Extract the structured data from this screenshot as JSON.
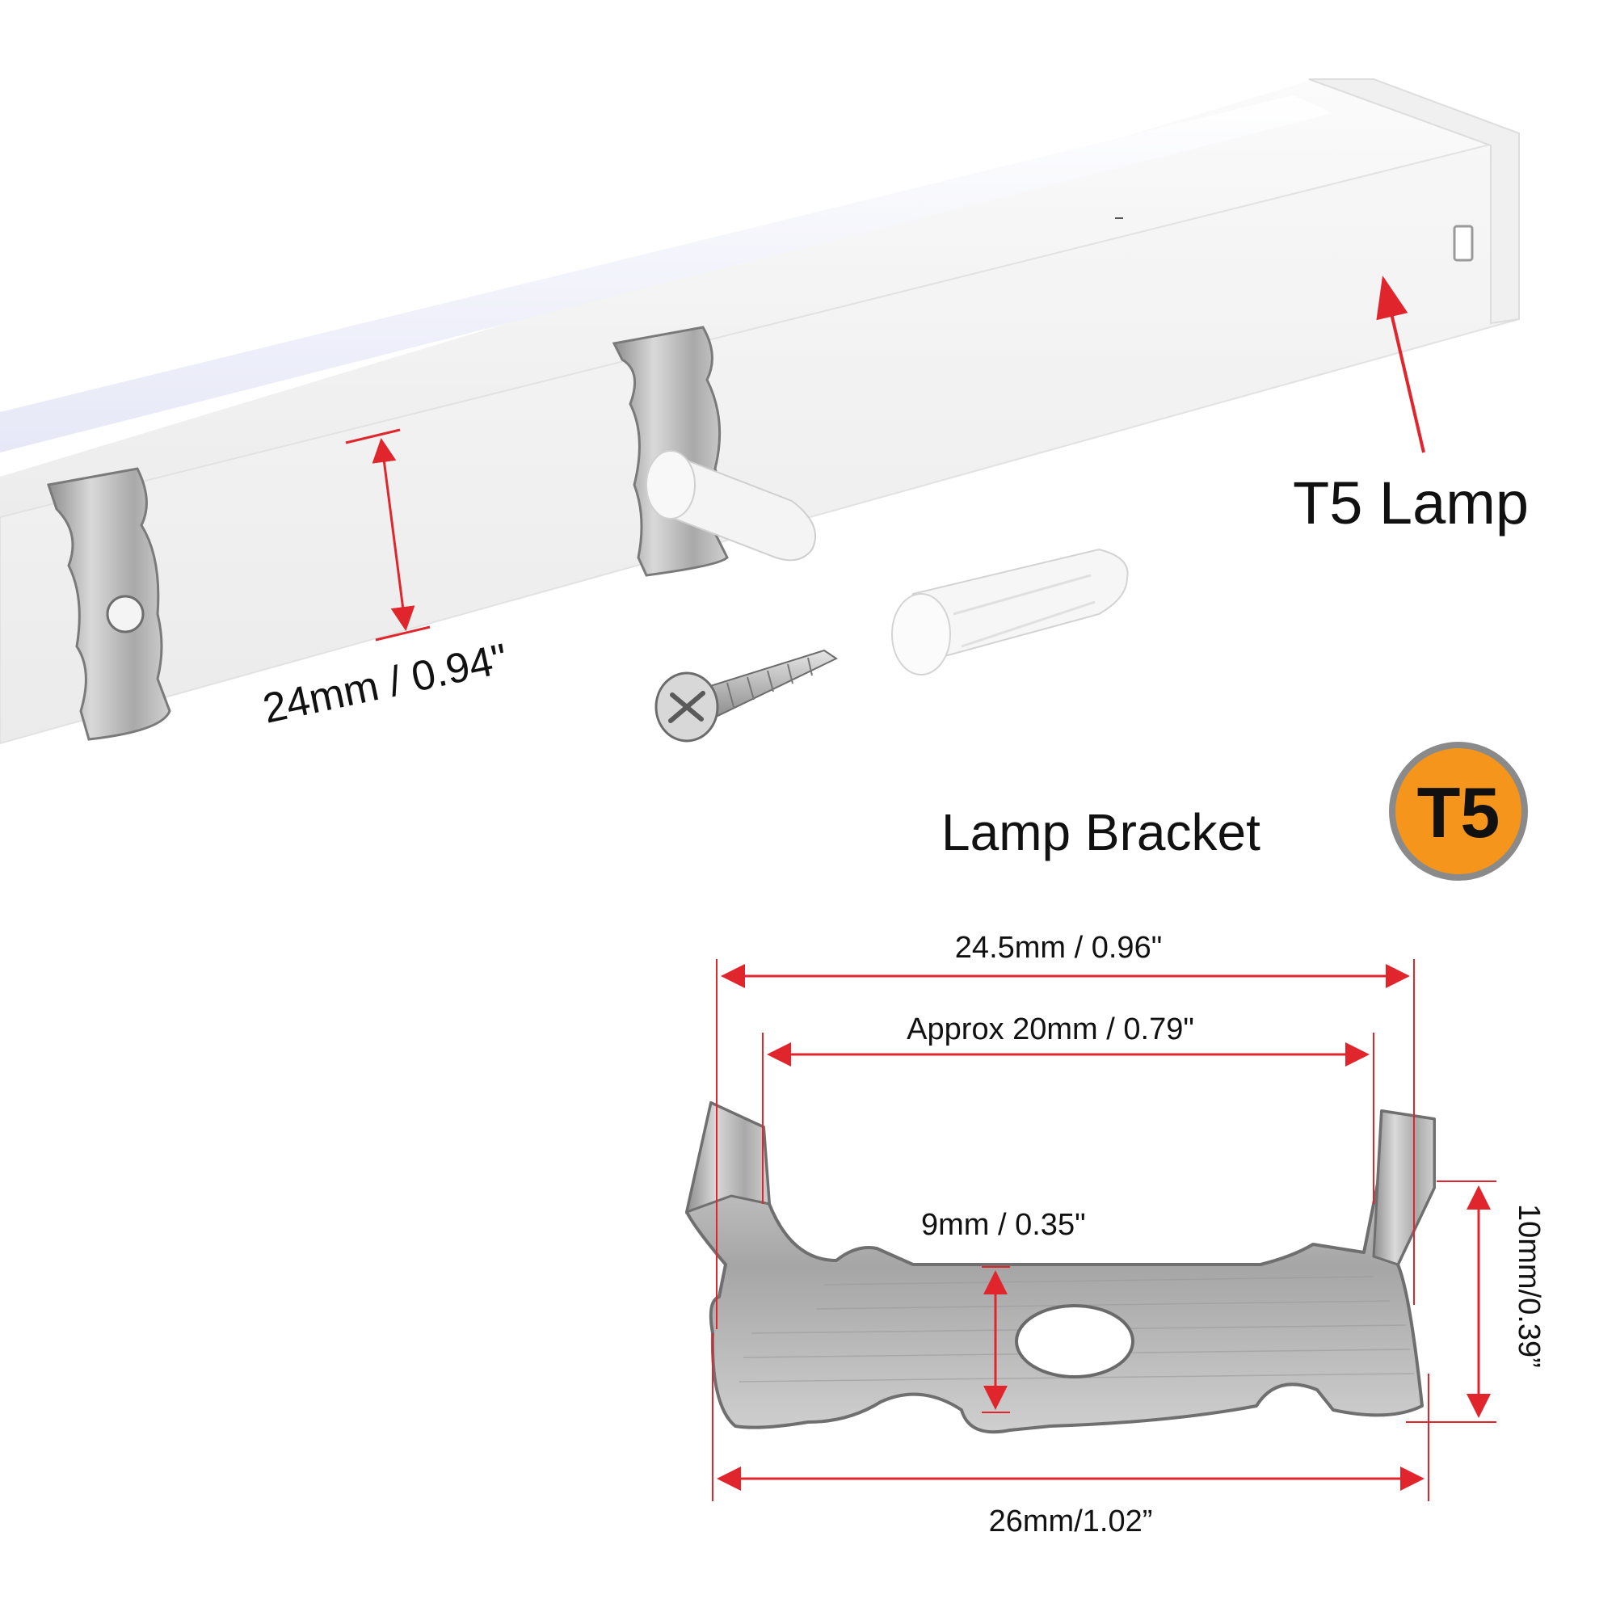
{
  "labels": {
    "lamp": "T5 Lamp",
    "bracket_title": "Lamp Bracket",
    "badge": "T5",
    "lamp_height": "24mm / 0.94\"",
    "outer_top_width": "24.5mm / 0.96\"",
    "inner_width": "Approx  20mm / 0.79\"",
    "hole_height": "9mm / 0.35\"",
    "side_height": "10mm/0.39”",
    "bottom_width": "26mm/1.02”"
  },
  "colors": {
    "dimension_red": "#e0262c",
    "badge_orange": "#f6951b",
    "badge_ring": "#8a8a8a",
    "metal": "#b8b8b8",
    "lamp_body": "#f3f3f3"
  }
}
